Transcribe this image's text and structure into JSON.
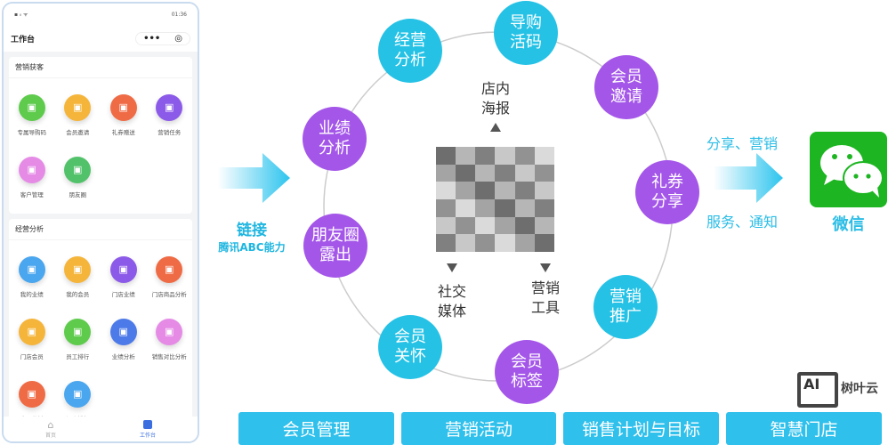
{
  "phone": {
    "status_left": "▪ ᵢₗ ᯤ",
    "time": "01:36",
    "title": "工作台",
    "more": "•••",
    "target": "◎",
    "sections": [
      {
        "title": "营销获客",
        "apps": [
          {
            "label": "专属导购码",
            "color": "#5ecb4c"
          },
          {
            "label": "会员邀请",
            "color": "#f5b53a"
          },
          {
            "label": "礼券赠送",
            "color": "#ef6b45"
          },
          {
            "label": "营销任务",
            "color": "#8c5ae8"
          },
          {
            "label": "客户管理",
            "color": "#e58be6"
          },
          {
            "label": "朋友圈",
            "color": "#52c26a"
          }
        ]
      },
      {
        "title": "经营分析",
        "apps": [
          {
            "label": "我的业绩",
            "color": "#4aa6ee"
          },
          {
            "label": "我的会员",
            "color": "#f5b53a"
          },
          {
            "label": "门店业绩",
            "color": "#8c5ae8"
          },
          {
            "label": "门店商品分析",
            "color": "#ef6b45"
          },
          {
            "label": "门店会员",
            "color": "#f5b53a"
          },
          {
            "label": "员工排行",
            "color": "#5ecb4c"
          },
          {
            "label": "业绩分析",
            "color": "#4c7ae8"
          },
          {
            "label": "销售对比分析",
            "color": "#e58be6"
          },
          {
            "label": "会员分析",
            "color": "#ef6b45"
          },
          {
            "label": "门店排行",
            "color": "#4aa6ee"
          }
        ]
      }
    ],
    "tabs": [
      {
        "label": "首页",
        "icon": "home-icon"
      },
      {
        "label": "工作台",
        "icon": "workbench-icon"
      }
    ]
  },
  "link": {
    "title": "链接",
    "subtitle": "腾讯ABC能力"
  },
  "nodes": [
    {
      "text": "经营\n分析",
      "color": "cyan"
    },
    {
      "text": "导购\n活码",
      "color": "cyan"
    },
    {
      "text": "会员\n邀请",
      "color": "purple"
    },
    {
      "text": "礼券\n分享",
      "color": "purple"
    },
    {
      "text": "营销\n推广",
      "color": "cyan"
    },
    {
      "text": "会员\n标签",
      "color": "purple"
    },
    {
      "text": "会员\n关怀",
      "color": "cyan"
    },
    {
      "text": "朋友圈\n露出",
      "color": "purple"
    },
    {
      "text": "业绩\n分析",
      "color": "purple"
    }
  ],
  "center_labels": {
    "poster": "店内\n海报",
    "social": "社交\n媒体",
    "tools": "营销\n工具"
  },
  "right": {
    "top": "分享、营销",
    "bottom": "服务、通知",
    "wechat": "微信"
  },
  "bars": [
    "会员管理",
    "营销活动",
    "销售计划与目标",
    "智慧门店"
  ],
  "watermark": {
    "logo": "AI",
    "text": "树叶云"
  },
  "colors": {
    "cyan": "#25c2e6",
    "purple": "#a456e9",
    "wechat": "#1db521"
  }
}
